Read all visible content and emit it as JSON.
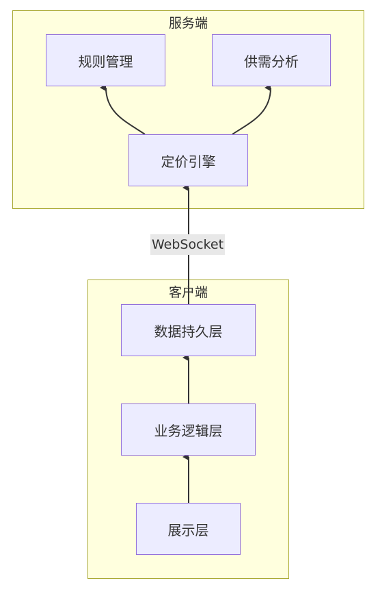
{
  "server": {
    "title": "服务端",
    "rules_node": "规则管理",
    "supply_demand_node": "供需分析",
    "pricing_engine_node": "定价引擎"
  },
  "client": {
    "title": "客户端",
    "persistence_node": "数据持久层",
    "business_logic_node": "业务逻辑层",
    "presentation_node": "展示层"
  },
  "edges": {
    "websocket_label": "WebSocket"
  },
  "colors": {
    "cluster_fill": "#ffffde",
    "cluster_stroke": "#aaaa33",
    "node_fill": "#ececff",
    "node_stroke": "#9370db",
    "edge_color": "#333333",
    "label_bg": "#e8e8e8"
  }
}
